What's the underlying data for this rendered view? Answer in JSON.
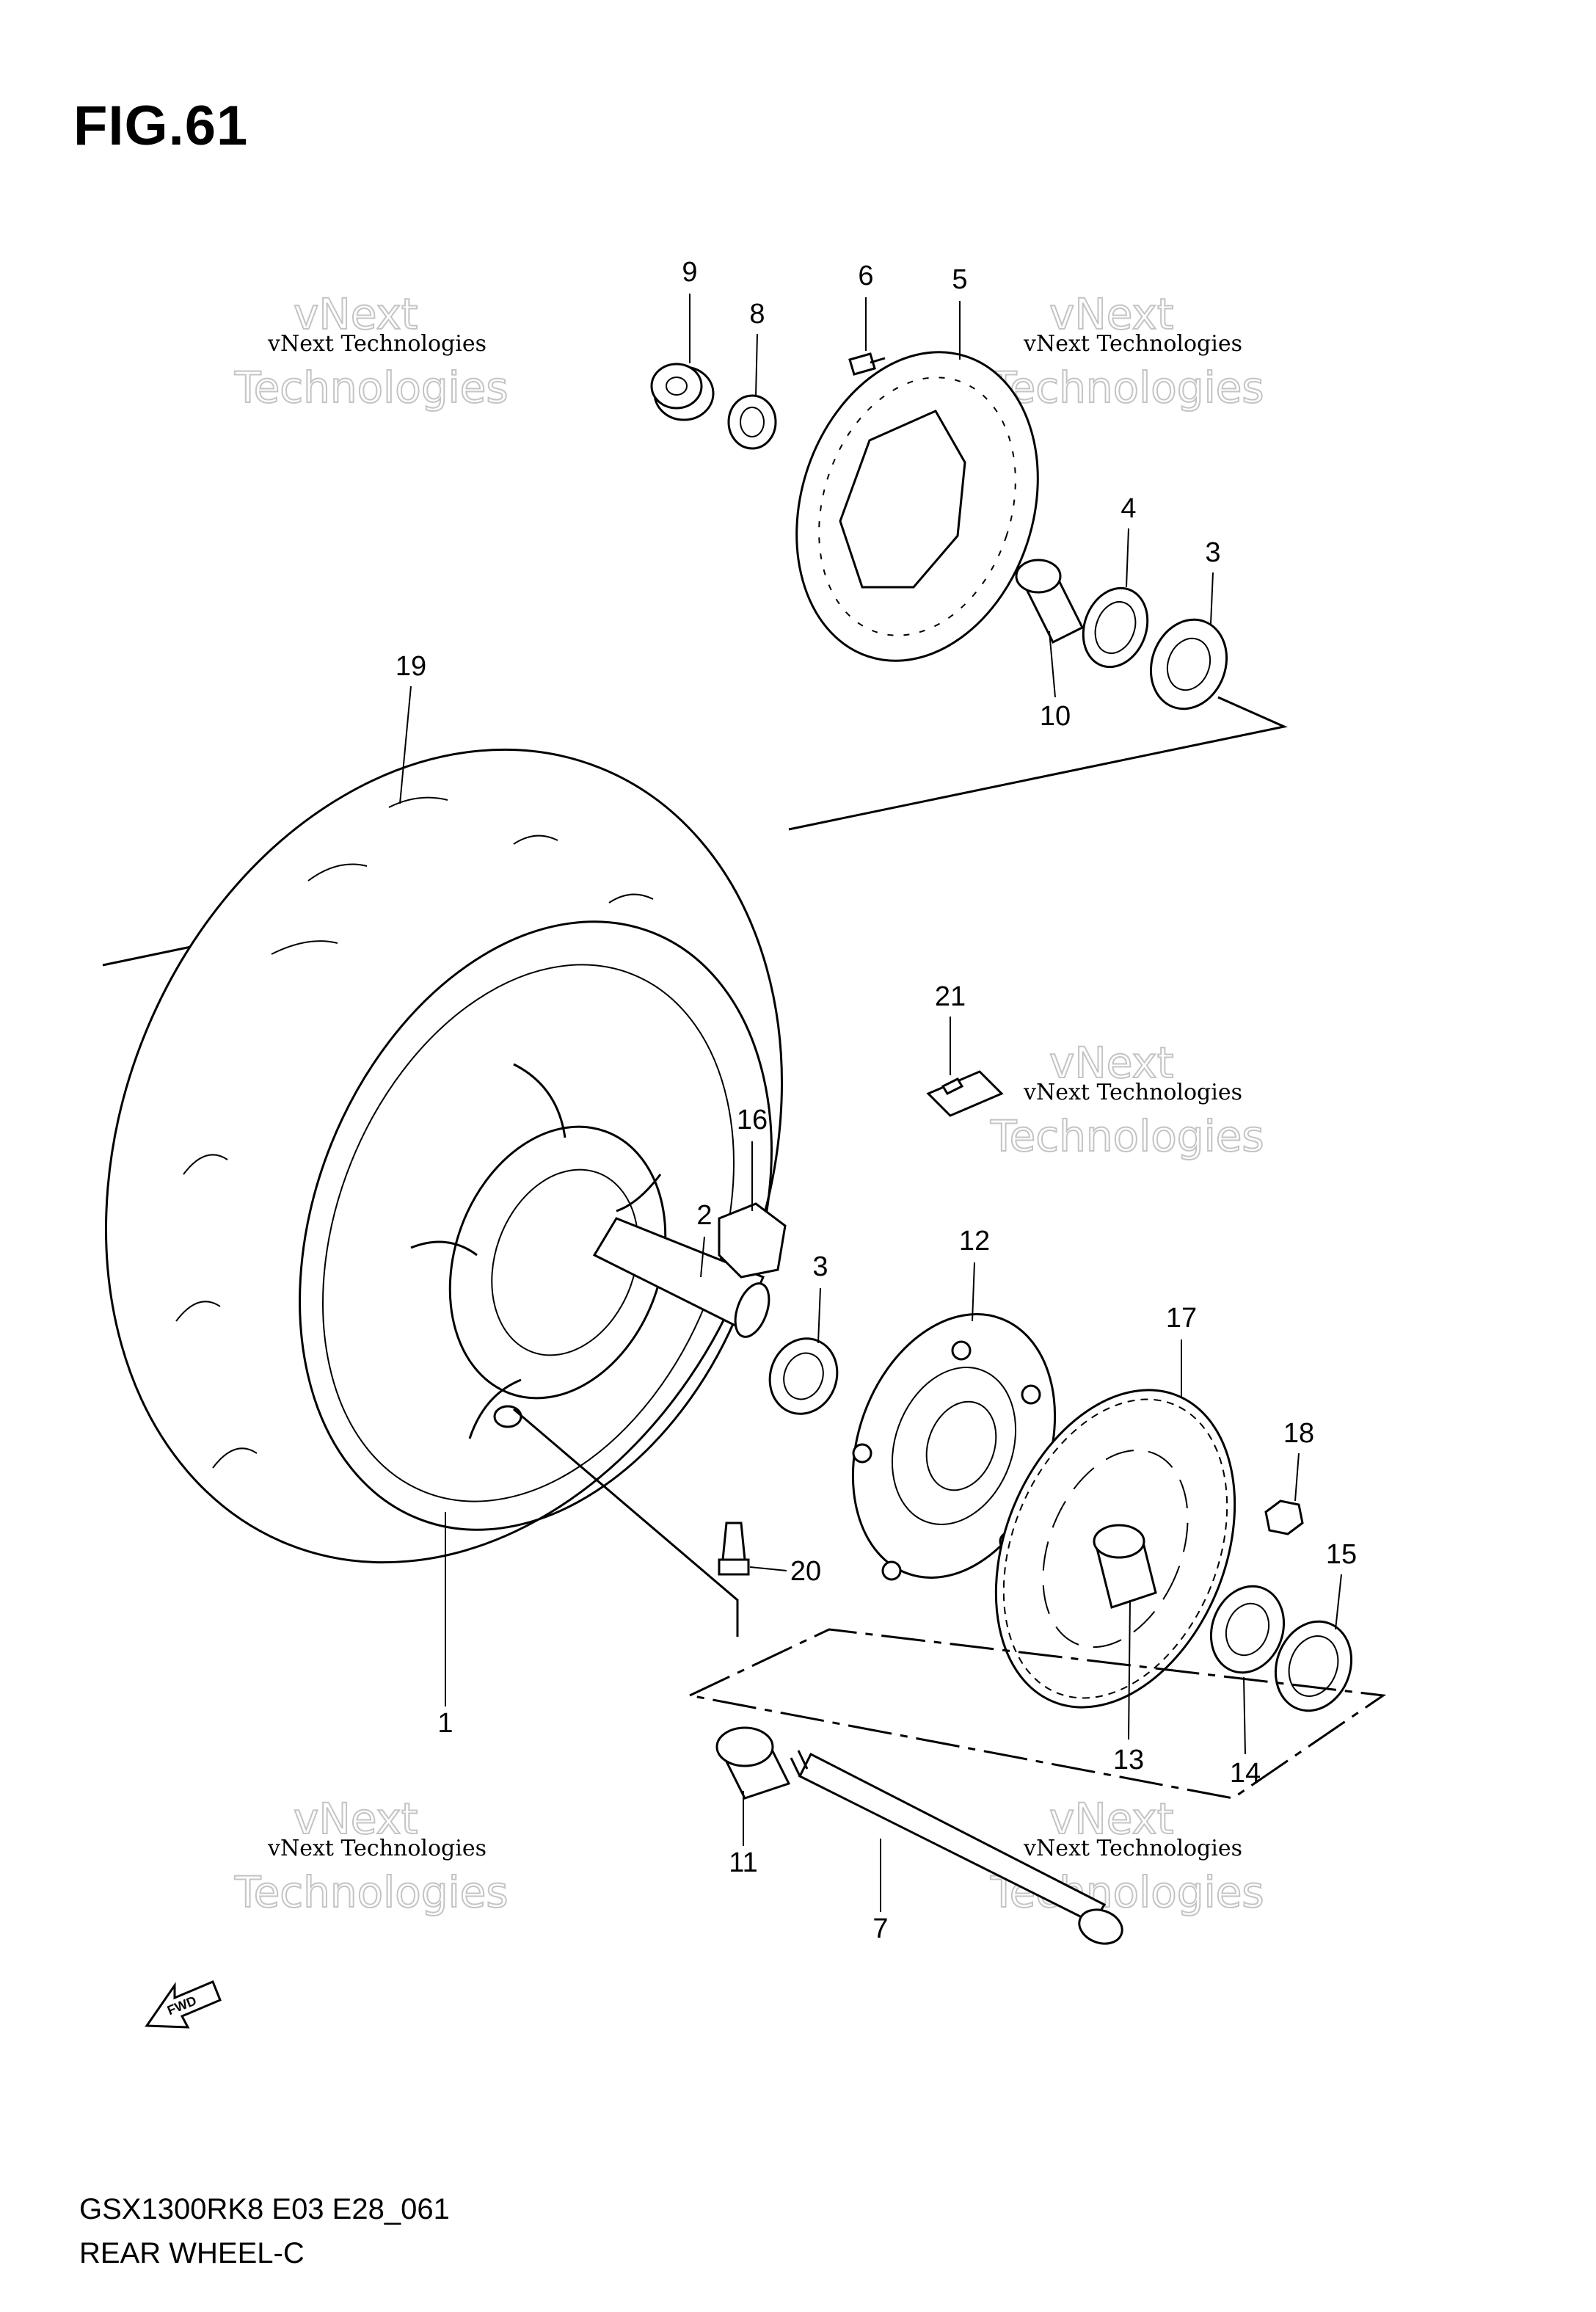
{
  "figure": {
    "title": "FIG.61",
    "model_code": "GSX1300RK8 E03 E28_061",
    "name": "REAR WHEEL-C"
  },
  "watermark": {
    "line_small": "vNext Technologies",
    "big_top": "vNext",
    "big_bottom": "Technologies"
  },
  "fwd_label": "FWD",
  "callouts": [
    {
      "id": "c9",
      "label": "9"
    },
    {
      "id": "c8",
      "label": "8"
    },
    {
      "id": "c6",
      "label": "6"
    },
    {
      "id": "c5",
      "label": "5"
    },
    {
      "id": "c4",
      "label": "4"
    },
    {
      "id": "c3a",
      "label": "3"
    },
    {
      "id": "c10",
      "label": "10"
    },
    {
      "id": "c19",
      "label": "19"
    },
    {
      "id": "c21",
      "label": "21"
    },
    {
      "id": "c16",
      "label": "16"
    },
    {
      "id": "c2",
      "label": "2"
    },
    {
      "id": "c3b",
      "label": "3"
    },
    {
      "id": "c12",
      "label": "12"
    },
    {
      "id": "c17",
      "label": "17"
    },
    {
      "id": "c18",
      "label": "18"
    },
    {
      "id": "c15",
      "label": "15"
    },
    {
      "id": "c20",
      "label": "20"
    },
    {
      "id": "c1",
      "label": "1"
    },
    {
      "id": "c13",
      "label": "13"
    },
    {
      "id": "c14",
      "label": "14"
    },
    {
      "id": "c11",
      "label": "11"
    },
    {
      "id": "c7",
      "label": "7"
    }
  ]
}
